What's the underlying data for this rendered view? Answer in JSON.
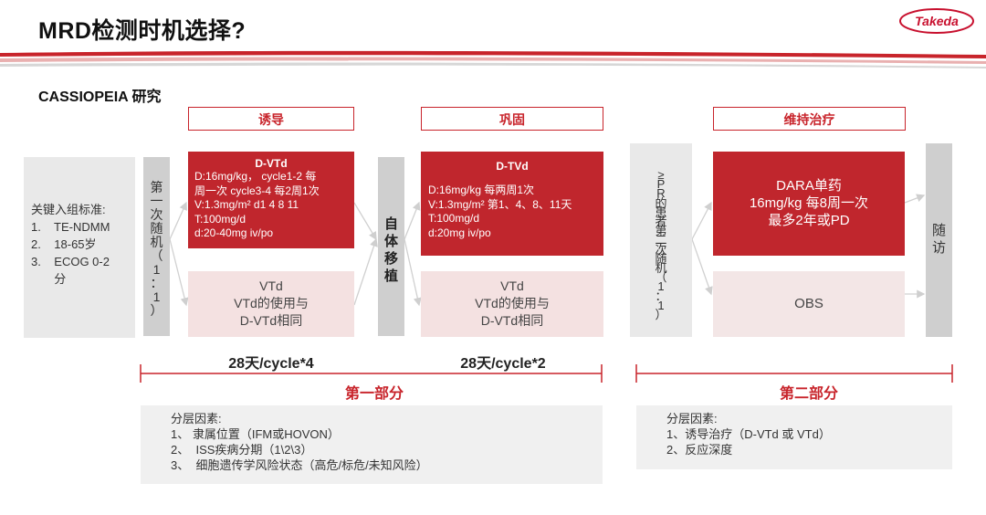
{
  "title": "MRD检测时机选择?",
  "brand": "Takeda",
  "subtitle": "CASSIOPEIA 研究",
  "phases": {
    "induction": "诱导",
    "consolidation": "巩固",
    "maintenance": "维持治疗"
  },
  "criteria": {
    "heading": "关键入组标准:",
    "items": [
      "1.    TE-NDMM",
      "2.    18-65岁",
      "3.    ECOG 0-2",
      "       分"
    ]
  },
  "randomization1": [
    "第",
    "一",
    "次",
    "随",
    "机",
    "（",
    "1",
    "：",
    "1",
    "）"
  ],
  "induction_dvtd": {
    "title": "D-VTd",
    "lines": [
      "D:16mg/kg， cycle1-2 每",
      "周一次 cycle3-4 每2周1次",
      "V:1.3mg/m²  d1 4 8 11",
      "T:100mg/d",
      "d:20-40mg iv/po"
    ]
  },
  "induction_vtd": [
    "VTd",
    "VTd的使用与",
    "D-VTd相同"
  ],
  "transplant": [
    "自",
    "体",
    "移",
    "植"
  ],
  "consolidation_dtvd": {
    "title": "D-TVd",
    "lines": [
      "D:16mg/kg 每两周1次",
      "V:1.3mg/m² 第1、4、8、11天",
      "T:100mg/d",
      "d:20mg iv/po"
    ]
  },
  "consolidation_vtd": [
    "VTd",
    "VTd的使用与",
    "D-VTd相同"
  ],
  "randomization2": [
    "≥",
    "P",
    "R",
    "的",
    "患",
    "者",
    "第",
    "二",
    "次",
    "随",
    "机",
    "（",
    "1",
    "：",
    "1",
    "）"
  ],
  "maintenance_dara": [
    "DARA单药",
    "16mg/kg 每8周一次",
    "最多2年或PD"
  ],
  "maintenance_obs": "OBS",
  "followup": [
    "随",
    "访"
  ],
  "cycles": {
    "induction": "28天/cycle*4",
    "consolidation": "28天/cycle*2"
  },
  "parts": {
    "part1": "第一部分",
    "part2": "第二部分"
  },
  "strat1": {
    "heading": "分层因素:",
    "items": [
      "1、 隶属位置（IFM或HOVON）",
      "2、  ISS疾病分期（1\\2\\3）",
      "3、  细胞遗传学风险状态（高危/标危/未知风险）"
    ]
  },
  "strat2": {
    "heading": "分层因素:",
    "items": [
      "1、诱导治疗（D-VTd 或 VTd）",
      "2、反应深度"
    ]
  },
  "colors": {
    "accent": "#c8242b",
    "red_box": "#c0262d",
    "pink_box": "#f4e1e1",
    "gray_box": "#e9e9e9"
  }
}
